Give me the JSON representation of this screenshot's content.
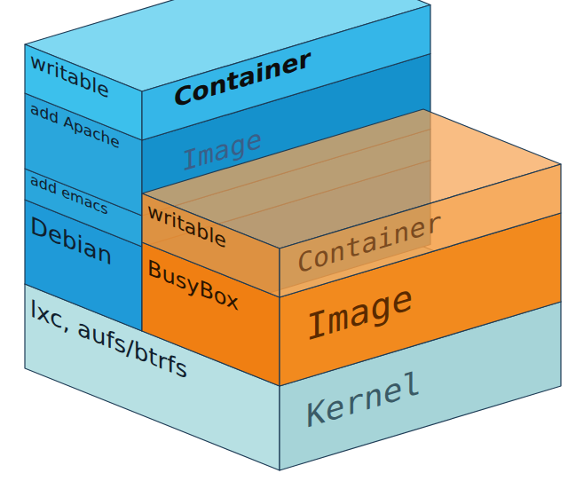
{
  "diagram": {
    "nodes": [
      {
        "text": [
          "writable",
          "Container"
        ]
      },
      {
        "text": [
          "add Apache",
          "Image"
        ]
      },
      {
        "text": [
          "add emacs"
        ]
      },
      {
        "text": [
          "Debian"
        ]
      },
      {
        "text": [
          "writable",
          "Container"
        ]
      },
      {
        "text": [
          "BusyBox",
          "Image"
        ]
      },
      {
        "text": [
          "lxc, aufs/btrfs",
          "Kernel"
        ]
      }
    ]
  }
}
